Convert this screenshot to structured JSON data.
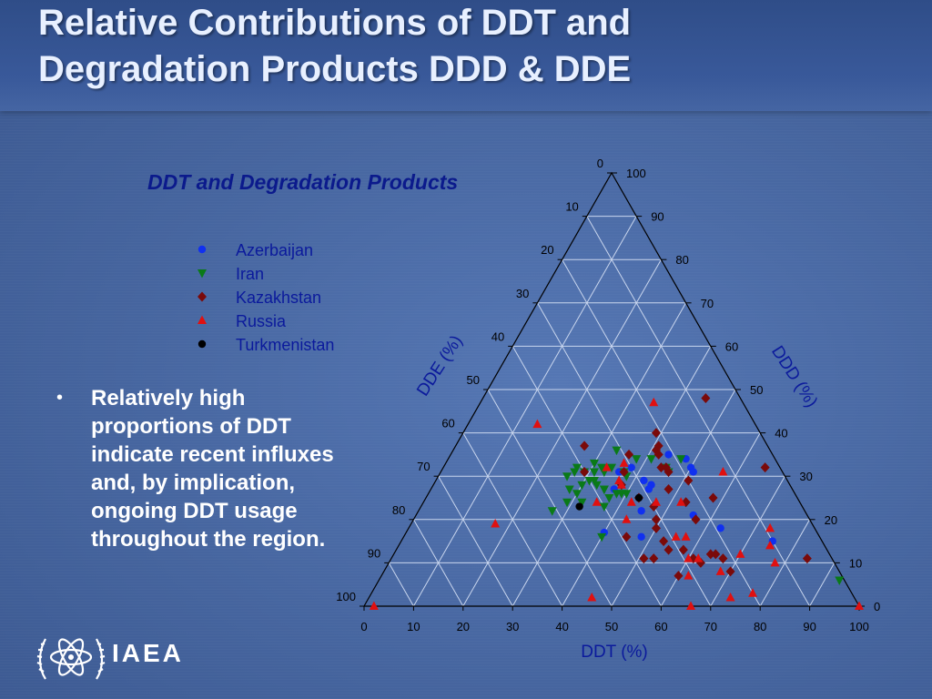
{
  "slide": {
    "title_line_1": "Relative Contributions of DDT and",
    "title_line_2": "Degradation Products DDD & DDE",
    "bullet": "Relatively high proportions of DDT indicate recent influxes and, by implication, ongoing DDT usage throughout the region.",
    "bullet_marker": "•",
    "logo_text": "IAEA"
  },
  "colors": {
    "Azerbaijan": "#1030f0",
    "Iran": "#0a7a18",
    "Kazakhstan": "#7a0a0a",
    "Russia": "#e01010",
    "Turkmenistan": "#000000"
  },
  "chart_data": {
    "type": "scatter",
    "subtype": "ternary",
    "title": "DDT and Degradation Products",
    "axes": {
      "bottom": {
        "label": "DDT (%)",
        "range": [
          0,
          100
        ]
      },
      "left": {
        "label": "DDE (%)",
        "range": [
          0,
          100
        ]
      },
      "right": {
        "label": "DDD (%)",
        "range": [
          0,
          100
        ]
      }
    },
    "ticks": [
      0,
      10,
      20,
      30,
      40,
      50,
      60,
      70,
      80,
      90,
      100
    ],
    "grid": true,
    "legend_position": "top-left",
    "series": [
      {
        "name": "Azerbaijan",
        "marker": "circle",
        "points": [
          [
            44,
            21,
            35
          ],
          [
            48,
            18,
            34
          ],
          [
            50,
            18,
            32
          ],
          [
            51,
            18,
            31
          ],
          [
            38,
            30,
            32
          ],
          [
            42,
            29,
            29
          ],
          [
            44,
            28,
            28
          ],
          [
            44,
            29,
            27
          ],
          [
            36,
            33,
            31
          ],
          [
            37,
            36,
            27
          ],
          [
            56,
            23,
            21
          ],
          [
            63,
            19,
            18
          ],
          [
            45,
            33,
            22
          ],
          [
            75,
            10,
            15
          ],
          [
            48,
            36,
            16
          ],
          [
            40,
            43,
            17
          ]
        ]
      },
      {
        "name": "Iran",
        "marker": "triangle-down",
        "points": [
          [
            30,
            37,
            33
          ],
          [
            32,
            36,
            32
          ],
          [
            33,
            36,
            31
          ],
          [
            34,
            34,
            32
          ],
          [
            37,
            32,
            31
          ],
          [
            38,
            32,
            30
          ],
          [
            27,
            42,
            31
          ],
          [
            27,
            41,
            32
          ],
          [
            29,
            40,
            31
          ],
          [
            31,
            40,
            29
          ],
          [
            31,
            38,
            31
          ],
          [
            32,
            39,
            29
          ],
          [
            33,
            39,
            28
          ],
          [
            35,
            38,
            27
          ],
          [
            37,
            38,
            25
          ],
          [
            38,
            36,
            26
          ],
          [
            39,
            35,
            26
          ],
          [
            40,
            34,
            26
          ],
          [
            30,
            42,
            28
          ],
          [
            30,
            44,
            26
          ],
          [
            32,
            44,
            24
          ],
          [
            29,
            47,
            24
          ],
          [
            28,
            45,
            27
          ],
          [
            26,
            44,
            30
          ],
          [
            33,
            31,
            36
          ],
          [
            38,
            28,
            34
          ],
          [
            41,
            25,
            34
          ],
          [
            45,
            23,
            32
          ],
          [
            47,
            19,
            34
          ],
          [
            46,
            23,
            31
          ],
          [
            27,
            51,
            22
          ],
          [
            35,
            38,
            27
          ],
          [
            37,
            40,
            23
          ],
          [
            40,
            44,
            16
          ],
          [
            93,
            1,
            6
          ]
        ]
      },
      {
        "name": "Kazakhstan",
        "marker": "diamond",
        "points": [
          [
            45,
            7,
            48
          ],
          [
            65,
            3,
            32
          ],
          [
            39,
            21,
            40
          ],
          [
            41,
            23,
            36
          ],
          [
            42,
            23,
            35
          ],
          [
            41,
            22,
            37
          ],
          [
            44,
            24,
            32
          ],
          [
            45,
            23,
            32
          ],
          [
            46,
            23,
            31
          ],
          [
            51,
            20,
            29
          ],
          [
            58,
            17,
            25
          ],
          [
            48,
            25,
            27
          ],
          [
            53,
            23,
            24
          ],
          [
            57,
            23,
            20
          ],
          [
            36,
            29,
            35
          ],
          [
            37,
            32,
            31
          ],
          [
            38,
            34,
            28
          ],
          [
            43,
            32,
            25
          ],
          [
            47,
            30,
            23
          ],
          [
            49,
            31,
            20
          ],
          [
            50,
            32,
            18
          ],
          [
            53,
            32,
            15
          ],
          [
            55,
            32,
            13
          ],
          [
            58,
            29,
            13
          ],
          [
            61,
            28,
            11
          ],
          [
            63,
            27,
            10
          ],
          [
            64,
            24,
            12
          ],
          [
            65,
            23,
            12
          ],
          [
            67,
            22,
            11
          ],
          [
            70,
            22,
            8
          ],
          [
            45,
            39,
            16
          ],
          [
            51,
            38,
            11
          ],
          [
            53,
            36,
            11
          ],
          [
            60,
            33,
            7
          ],
          [
            26,
            37,
            37
          ],
          [
            29,
            40,
            31
          ],
          [
            84,
            5,
            11
          ]
        ]
      },
      {
        "name": "Russia",
        "marker": "triangle-up",
        "points": [
          [
            14,
            44,
            42
          ],
          [
            35,
            18,
            47
          ],
          [
            17,
            64,
            19
          ],
          [
            43,
            37,
            20
          ],
          [
            47,
            29,
            24
          ],
          [
            52,
            24,
            24
          ],
          [
            57,
            12,
            31
          ],
          [
            73,
            9,
            18
          ],
          [
            75,
            11,
            14
          ],
          [
            62,
            27,
            11
          ],
          [
            68,
            24,
            8
          ],
          [
            70,
            18,
            12
          ],
          [
            78,
            12,
            10
          ],
          [
            77,
            20,
            3
          ],
          [
            66,
            34,
            0
          ],
          [
            33,
            35,
            32
          ],
          [
            35,
            41,
            24
          ],
          [
            36,
            31,
            33
          ],
          [
            37,
            34,
            29
          ],
          [
            38,
            34,
            28
          ],
          [
            42,
            34,
            24
          ],
          [
            55,
            29,
            16
          ],
          [
            60,
            29,
            11
          ],
          [
            62,
            31,
            7
          ],
          [
            57,
            27,
            16
          ],
          [
            73,
            25,
            2
          ],
          [
            45,
            53,
            2
          ],
          [
            2,
            98,
            0
          ],
          [
            100,
            0,
            0
          ]
        ]
      },
      {
        "name": "Turkmenistan",
        "marker": "circle",
        "points": [
          [
            43,
            32,
            25
          ],
          [
            32,
            45,
            23
          ]
        ]
      }
    ]
  }
}
